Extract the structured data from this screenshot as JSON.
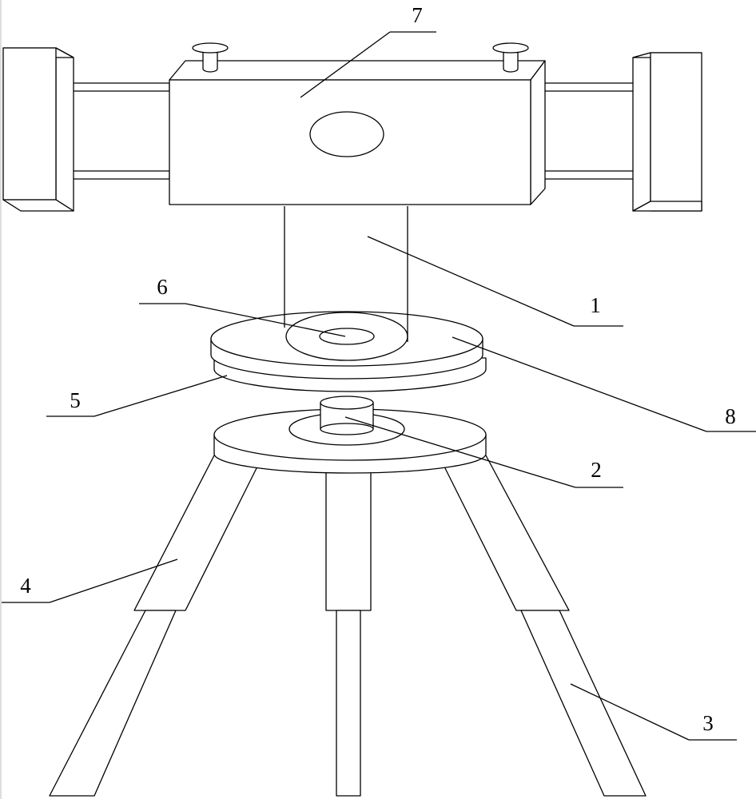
{
  "diagram": {
    "callouts": [
      {
        "id": "1",
        "label": "1"
      },
      {
        "id": "2",
        "label": "2"
      },
      {
        "id": "3",
        "label": "3"
      },
      {
        "id": "4",
        "label": "4"
      },
      {
        "id": "5",
        "label": "5"
      },
      {
        "id": "6",
        "label": "6"
      },
      {
        "id": "7",
        "label": "7"
      },
      {
        "id": "8",
        "label": "8"
      }
    ],
    "colors": {
      "stroke": "#000000",
      "background": "#ffffff"
    }
  }
}
